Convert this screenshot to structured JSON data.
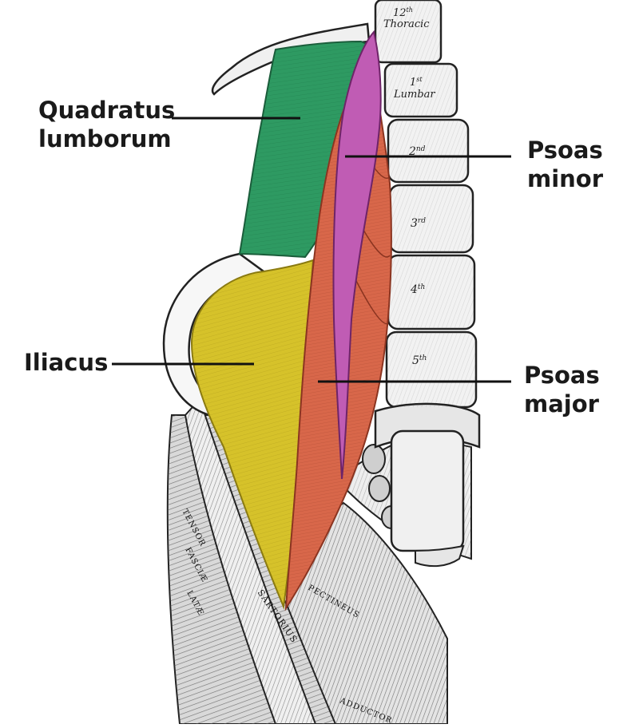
{
  "labels": {
    "quadratus": [
      "Quadratus",
      "lumborum"
    ],
    "iliacus": "Iliacus",
    "psoas_minor": [
      "Psoas",
      "minor"
    ],
    "psoas_major": [
      "Psoas",
      "major"
    ]
  },
  "vertebrae": {
    "t12_num": "12",
    "t12_sup": "th",
    "t12_name": "Thoracic",
    "l1_num": "1",
    "l1_sup": "st",
    "l1_name": "Lumbar",
    "l2": "2",
    "l2_sup": "nd",
    "l3": "3",
    "l3_sup": "rd",
    "l4": "4",
    "l4_sup": "th",
    "l5": "5",
    "l5_sup": "th"
  },
  "muscle_names": {
    "tensor": "TENSOR",
    "fasciae": "FASCIÆ",
    "latae": "LATÆ",
    "sartorius": "SARTORIUS",
    "pectineus": "PECTINEUS",
    "adductor": "ADDUCTOR"
  },
  "colors": {
    "quadratus": "#2e9a62",
    "iliacus": "#d6c22a",
    "psoas_major": "#d8674a",
    "psoas_minor": "#c05cb4",
    "line": "#111111",
    "bone": "#f2f2f2"
  }
}
